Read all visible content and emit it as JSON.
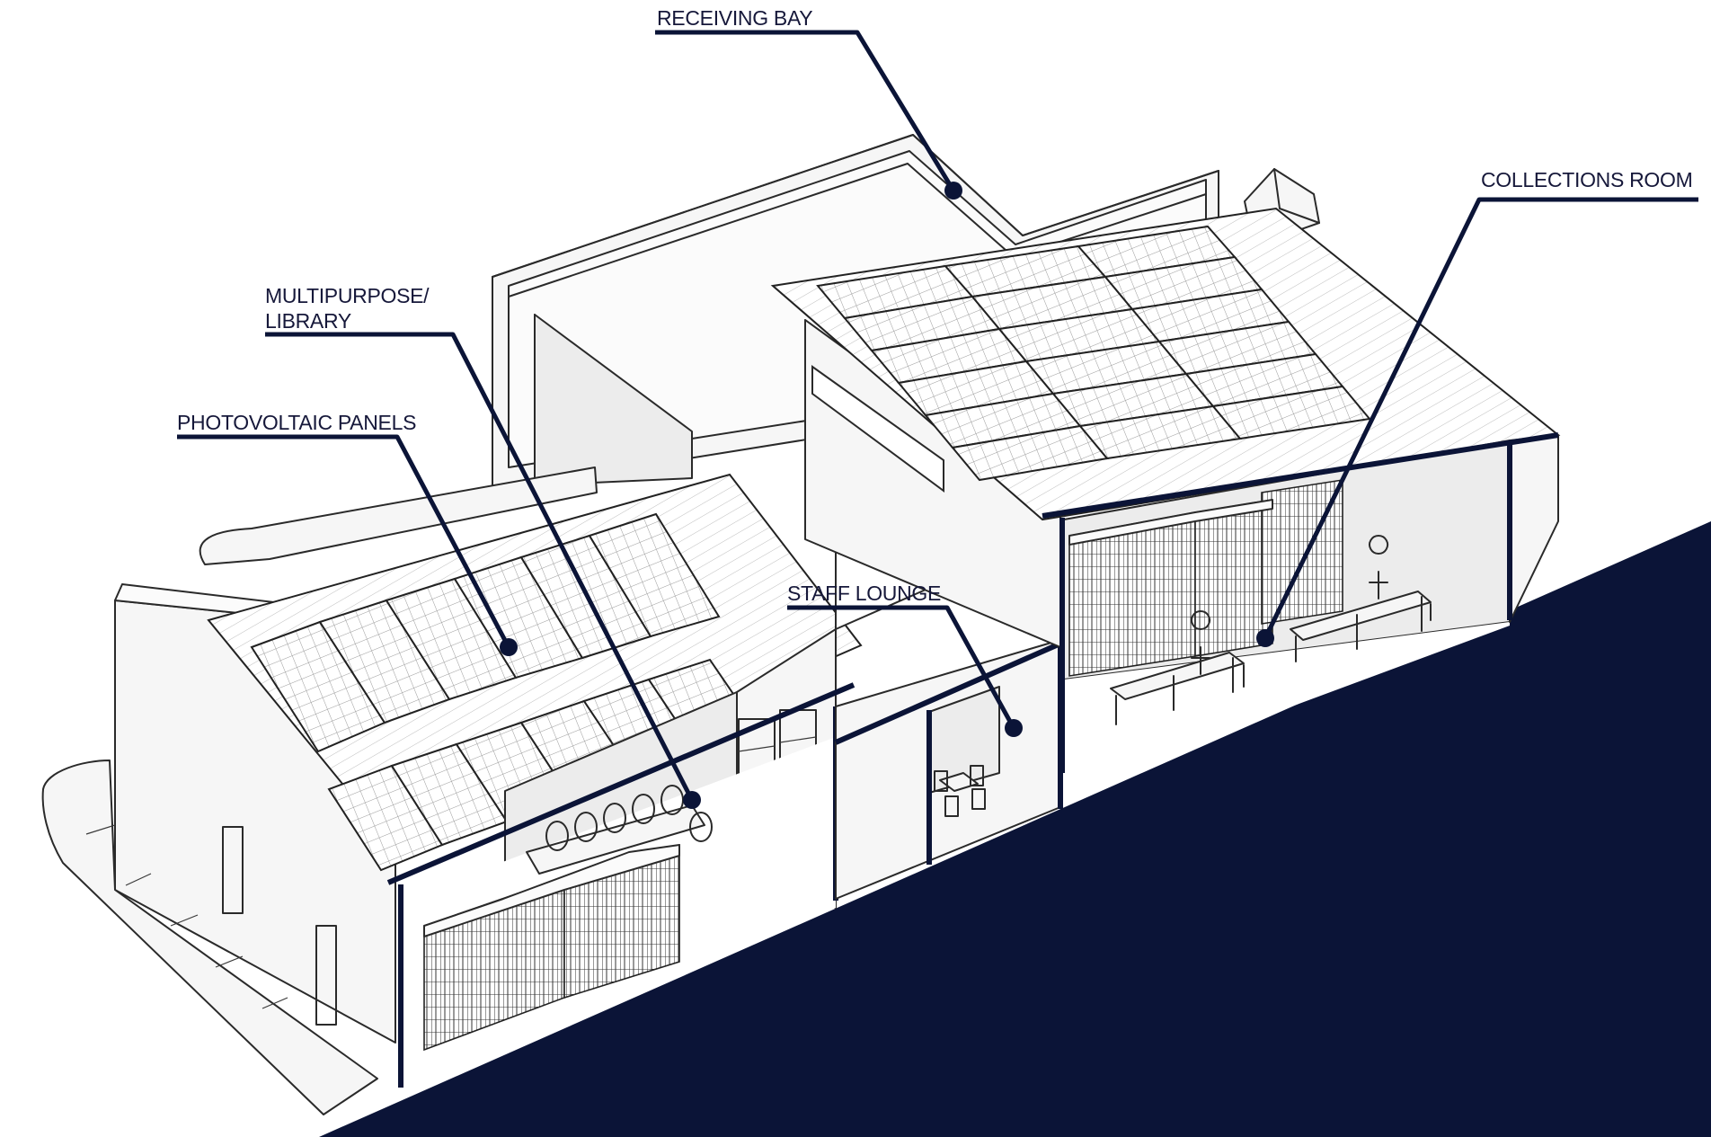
{
  "labels": {
    "receiving_bay": "RECEIVING BAY",
    "collections_room": "COLLECTIONS ROOM",
    "multipurpose_line1": "MULTIPURPOSE/",
    "multipurpose_line2": "LIBRARY",
    "photovoltaic_panels": "PHOTOVOLTAIC PANELS",
    "staff_lounge": "STAFF LOUNGE"
  },
  "colors": {
    "navy": "#0b1437",
    "ink": "#2a2a2a",
    "background": "#ffffff"
  }
}
